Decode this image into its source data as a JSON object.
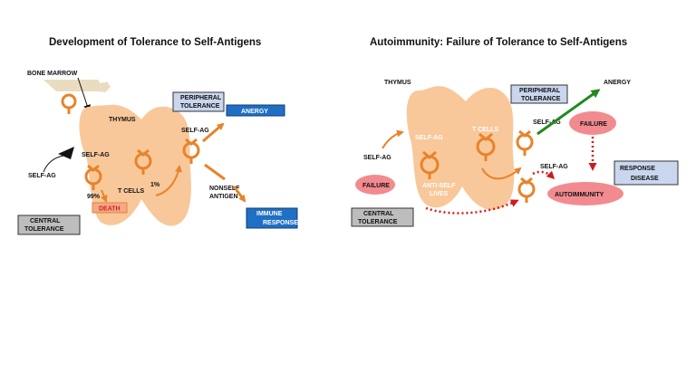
{
  "colors": {
    "thymus_fill": "#f8c89a",
    "cell": "#e8832a",
    "blue_box": "#1f6fc4",
    "light_blue_box": "#c9d6ee",
    "gray_box": "#bdbdbd",
    "failure_pink": "#f28b8f",
    "death_box": "#f3a98b",
    "green_arrow": "#1f8a1f",
    "red_dotted": "#d11a1a",
    "bone_marrow": "#eadcc0"
  },
  "left_panel": {
    "title": "Development of Tolerance to Self-Antigens",
    "bone_marrow": "BONE MARROW",
    "thymus": "THYMUS",
    "self_ag_inner": "SELF-AG",
    "self_ag_outer": "SELF-AG",
    "t_cells": "T CELLS",
    "pct_99": "99%",
    "pct_1": "1%",
    "death": "DEATH",
    "central_tolerance_1": "CENTRAL",
    "central_tolerance_2": "TOLERANCE",
    "peripheral_tolerance_1": "PERIPHERAL",
    "peripheral_tolerance_2": "TOLERANCE",
    "self_ag_periph": "SELF-AG",
    "anergy": "ANERGY",
    "nonself_1": "NONSELF",
    "nonself_2": "ANTIGEN",
    "immune_response_1": "IMMUNE",
    "immune_response_2": "RESPONSE"
  },
  "right_panel": {
    "title": "Autoimmunity: Failure of Tolerance to Self-Antigens",
    "thymus": "THYMUS",
    "self_ag_outer": "SELF-AG",
    "self_ag_inner": "SELF-AG",
    "t_cells": "T CELLS",
    "anti_self_1": "ANTI-SELF",
    "anti_self_2": "LIVES",
    "failure_central": "FAILURE",
    "central_tolerance_1": "CENTRAL",
    "central_tolerance_2": "TOLERANCE",
    "peripheral_tolerance_1": "PERIPHERAL",
    "peripheral_tolerance_2": "TOLERANCE",
    "self_ag_periph_1": "SELF-AG",
    "self_ag_periph_2": "SELF-AG",
    "anergy": "ANERGY",
    "failure_periph": "FAILURE",
    "response_disease_1": "RESPONSE",
    "response_disease_2": "DISEASE",
    "autoimmunity": "AUTOIMMUNITY"
  }
}
